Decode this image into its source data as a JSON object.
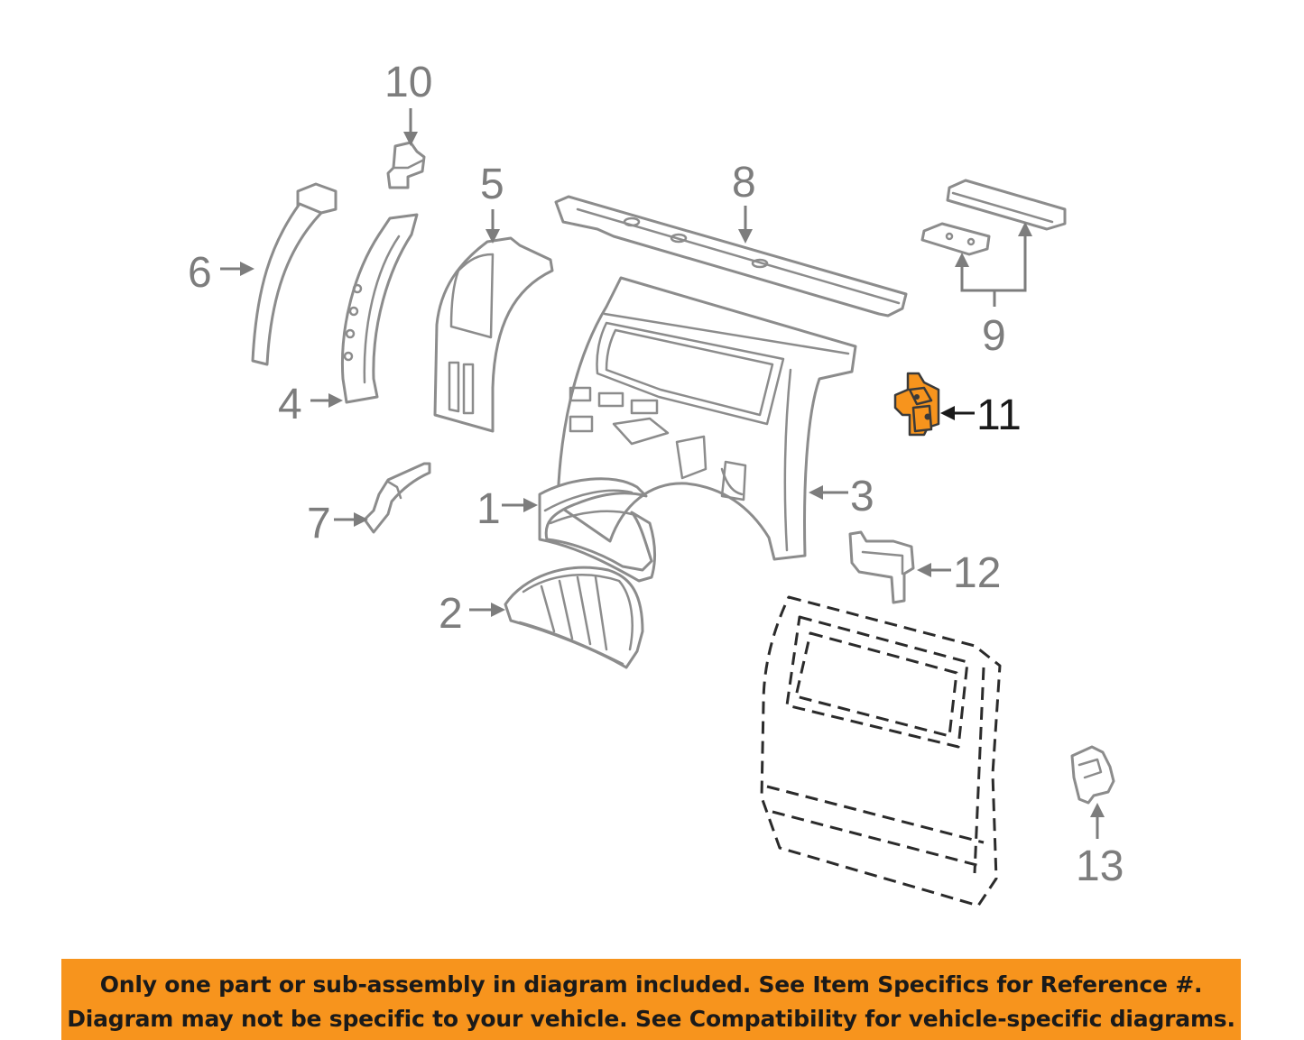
{
  "callouts": {
    "c1": "1",
    "c2": "2",
    "c3": "3",
    "c4": "4",
    "c5": "5",
    "c6": "6",
    "c7": "7",
    "c8": "8",
    "c9": "9",
    "c10": "10",
    "c11": "11",
    "c12": "12",
    "c13": "13"
  },
  "highlight_color": "#f7941d",
  "disclaimer": {
    "line1": "Only one part or sub-assembly in diagram included. See Item Specifics for Reference #.",
    "line2": "Diagram may not be specific to your vehicle. See Compatibility for vehicle-specific diagrams."
  }
}
